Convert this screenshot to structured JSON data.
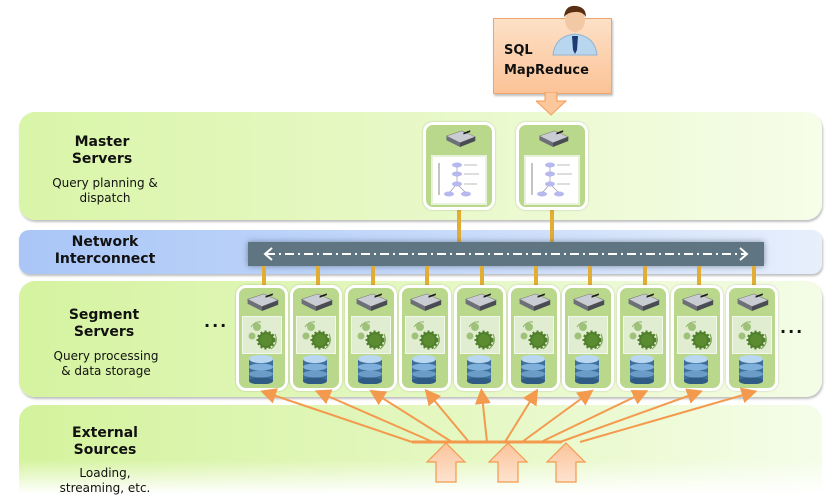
{
  "query_box": {
    "lines": [
      "SQL",
      "MapReduce"
    ],
    "icon": "user-icon"
  },
  "layers": {
    "master": {
      "title_line1": "Master",
      "title_line2": "Servers",
      "sub_line1": "Query planning &",
      "sub_line2": "dispatch",
      "node_count": 2
    },
    "network": {
      "title_line1": "Network",
      "title_line2": "Interconnect"
    },
    "segment": {
      "title_line1": "Segment",
      "title_line2": "Servers",
      "sub_line1": "Query processing",
      "sub_line2": "& data storage",
      "node_count": 10,
      "ellipsis": "..."
    },
    "external": {
      "title_line1": "External",
      "title_line2": "Sources",
      "sub_line1": "Loading,",
      "sub_line2": "streaming, etc.",
      "input_arrows": 3
    }
  },
  "colors": {
    "master_band": "#d9f5a8",
    "network_band": "#a9c6f7",
    "segment_band": "#d5f3a0",
    "node_fill": "#b9d88c",
    "interconnect_bar": "#5f7581",
    "connector": "#e2ad35",
    "arrow": "#f39a4e",
    "query_box": "#fbc397"
  }
}
